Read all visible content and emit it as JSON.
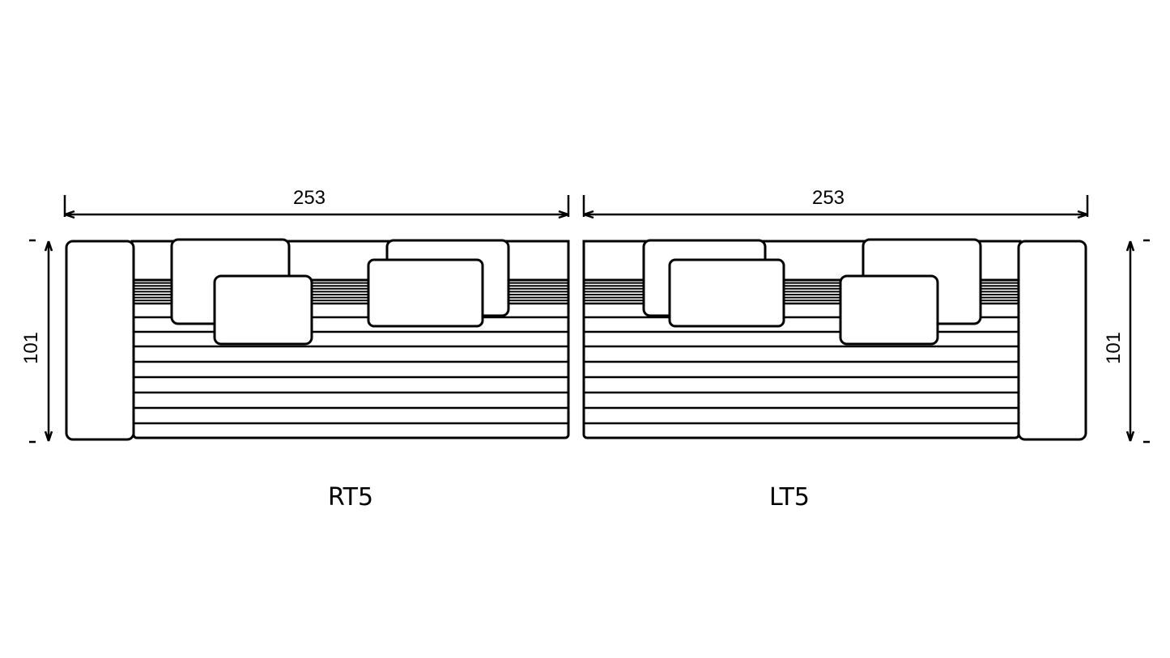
{
  "modules": [
    {
      "label": "RT5",
      "width": "253",
      "depth": "101"
    },
    {
      "label": "LT5",
      "width": "253",
      "depth": "101"
    }
  ]
}
